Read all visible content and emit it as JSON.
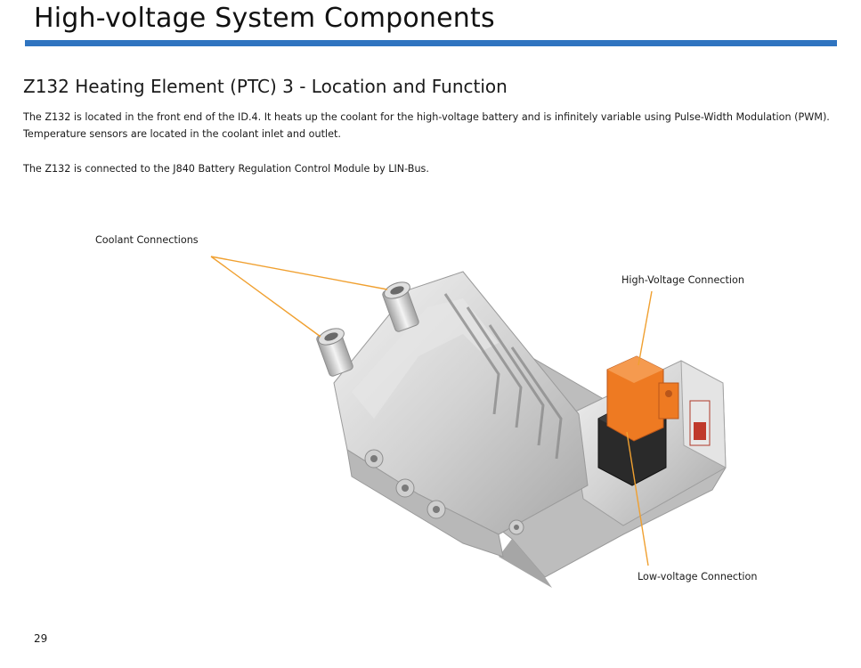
{
  "header": {
    "title": "High-voltage System Components",
    "accent_color": "#2f74c0"
  },
  "section": {
    "title": "Z132 Heating Element (PTC) 3 - Location and Function"
  },
  "body": {
    "paragraph_1": "The Z132 is located in the front end of the ID.4.  It heats up the coolant for the high-voltage battery and is infinitely variable using Pulse-Width Modulation (PWM).  Temperature sensors are located in the coolant inlet and outlet.",
    "paragraph_2": "The Z132 is connected to the J840 Battery Regulation Control Module by LIN-Bus."
  },
  "figure": {
    "callouts": {
      "coolant": "Coolant Connections",
      "high_voltage": "High-Voltage Connection",
      "low_voltage": "Low-voltage Connection"
    },
    "leader_color": "#f0a030",
    "hv_connector_color": "#ee7a22",
    "lv_connector_color": "#2a2a2a"
  },
  "footer": {
    "page_number": "29"
  }
}
